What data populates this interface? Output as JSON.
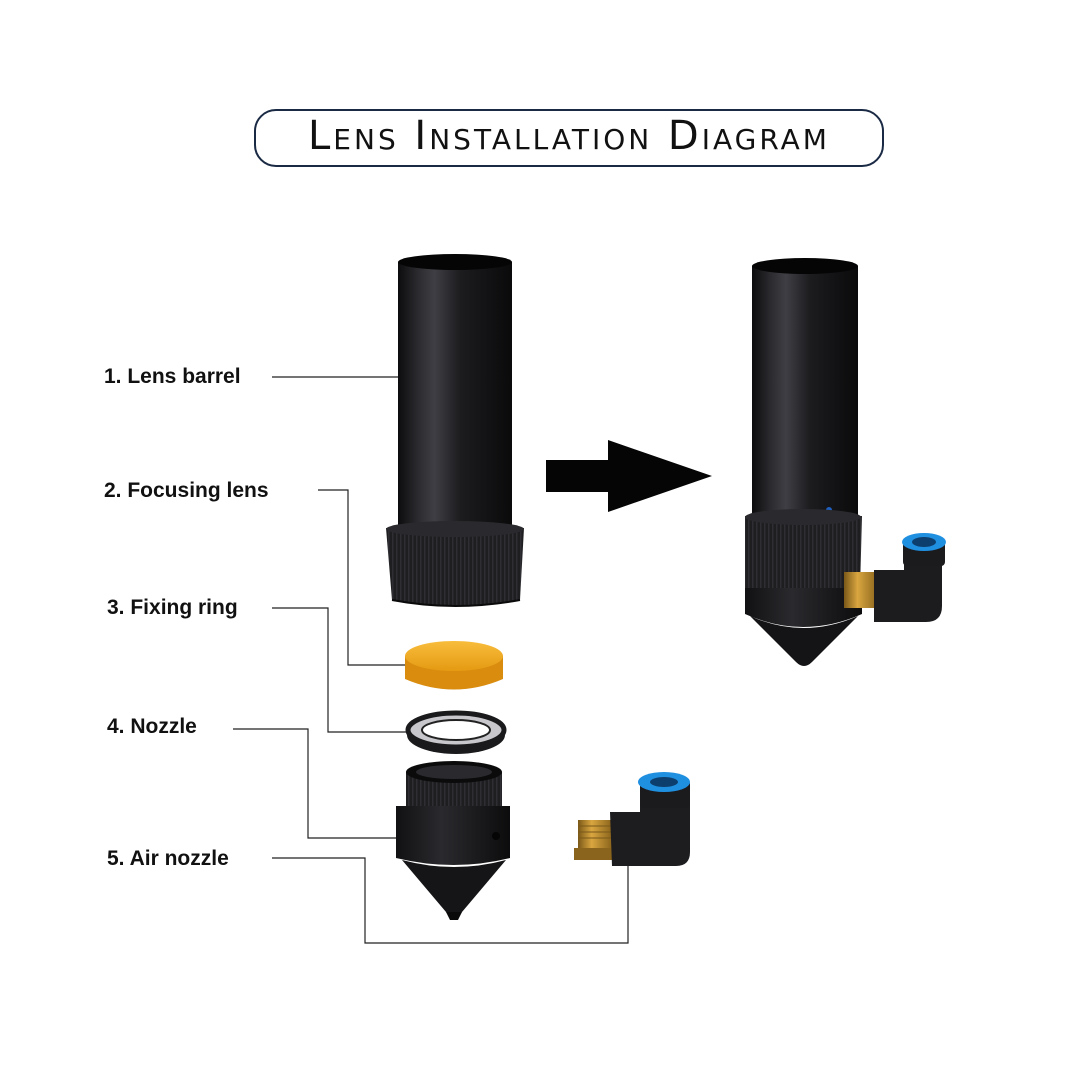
{
  "title": "Lens Installation Diagram",
  "parts": [
    {
      "number": "1.",
      "name": "Lens barrel",
      "label": "1. Lens barrel"
    },
    {
      "number": "2.",
      "name": "Focusing lens",
      "label": "2. Focusing lens"
    },
    {
      "number": "3.",
      "name": "Fixing ring",
      "label": "3. Fixing ring"
    },
    {
      "number": "4.",
      "name": "Nozzle",
      "label": "4. Nozzle"
    },
    {
      "number": "5.",
      "name": "Air nozzle",
      "label": "5. Air nozzle"
    }
  ],
  "colors": {
    "title_border": "#1a2a44",
    "part_black": "#1b1b1d",
    "lens_amber": "#f2a81d",
    "brass": "#b98a2c",
    "fitting_blue": "#1f8fe0",
    "leader_line": "#222222"
  }
}
